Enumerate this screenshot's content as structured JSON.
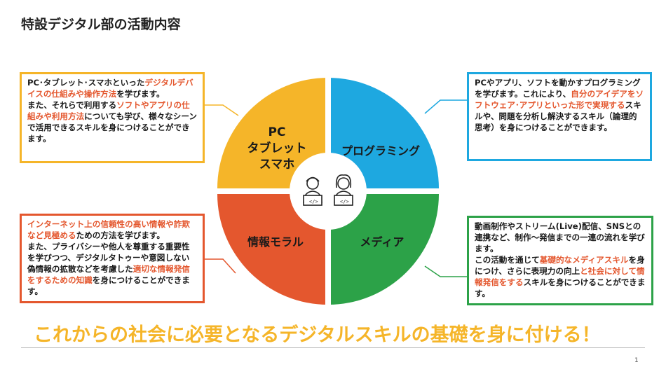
{
  "title": "特設デジタル部の活動内容",
  "quadrants": {
    "pc": "PC\nタブレット\nスマホ",
    "programming": "プログラミング",
    "moral": "情報モラル",
    "media": "メディア"
  },
  "boxes": {
    "pc": [
      {
        "t": "PC･タブレット･スマホといった",
        "hl": false
      },
      {
        "t": "デジタルデバイスの仕組みや操作方法",
        "hl": true
      },
      {
        "t": "を学びます。\nまた、それらで利用する",
        "hl": false
      },
      {
        "t": "ソフトやアプリの仕組みや利用方法",
        "hl": true
      },
      {
        "t": "についても学び、様々なシーンで活用できるスキルを身につけることができます。",
        "hl": false
      }
    ],
    "programming": [
      {
        "t": "PCやアプリ、ソフトを動かすプログラミングを学びます。これにより、",
        "hl": false
      },
      {
        "t": "自分のアイデアをソフトウェア･アプリといった形で実現する",
        "hl": true
      },
      {
        "t": "スキルや、問題を分析し解決するスキル（論理的思考）を身につけることができます。",
        "hl": false
      }
    ],
    "moral": [
      {
        "t": "インターネット上の信頼性の高い情報や詐欺など見極める",
        "hl": true
      },
      {
        "t": "ための方法を学びます。\nまた、プライバシーや他人を尊重する重要性を学びつつ、デジタルタトゥーや意図しない偽情報の拡散などを考慮した",
        "hl": false
      },
      {
        "t": "適切な情報発信をするための知識",
        "hl": true
      },
      {
        "t": "を身につけることができます。",
        "hl": false
      }
    ],
    "media": [
      {
        "t": "動画制作やストリーム(Live)配信、SNSとの連携など、制作～発信までの一連の流れを学びます。\nこの活動を通じて",
        "hl": false
      },
      {
        "t": "基礎的なメディアスキル",
        "hl": true
      },
      {
        "t": "を身につけ、さらに表現力の向上",
        "hl": false
      },
      {
        "t": "と社会に対して情報発信をする",
        "hl": true
      },
      {
        "t": "スキルを身につけることができます。",
        "hl": false
      }
    ]
  },
  "tagline": "これからの社会に必要となるデジタルスキルの基礎を身に付ける！",
  "page_number": "1",
  "colors": {
    "pc": "#f5b529",
    "programming": "#1ea8e0",
    "moral": "#e4572e",
    "media": "#2ca248",
    "highlight": "#e4572e"
  },
  "icons": [
    "boy-laptop-icon",
    "girl-laptop-icon"
  ]
}
